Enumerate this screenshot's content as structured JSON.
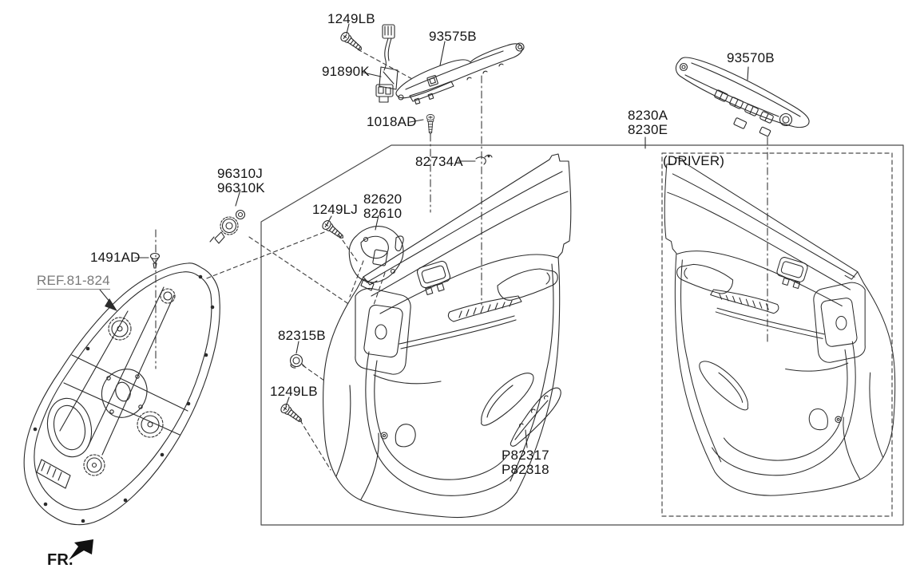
{
  "diagram": {
    "background": "#ffffff",
    "line_color": "#2b2b2b",
    "box_color": "#4a4a4a",
    "ref_label_color": "#7a7a7a",
    "callouts": {
      "screw_top": "1249LB",
      "garnish_93575b": "93575B",
      "junction_91890k": "91890K",
      "screw_1018ad": "1018AD",
      "clip_82734a": "82734A",
      "assy_8230a": "8230A",
      "assy_8230e": "8230E",
      "switch_93570b": "93570B",
      "driver_note": "(DRIVER)",
      "tweeter_96310j": "96310J",
      "tweeter_96310k": "96310K",
      "handle_82620": "82620",
      "handle_82610": "82610",
      "screw_1249lj": "1249LJ",
      "clip_1491ad": "1491AD",
      "ref_81_824": "REF.81-824",
      "grommet_82315b": "82315B",
      "screw_bottom": "1249LB",
      "trim_p82317": "P82317",
      "trim_p82318": "P82318",
      "front_marker": "FR."
    }
  }
}
